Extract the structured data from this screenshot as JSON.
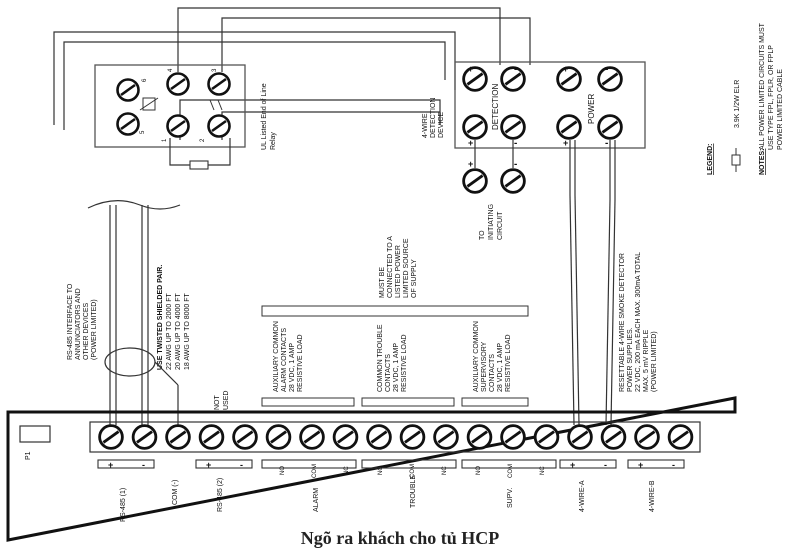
{
  "caption": "Ngõ ra khách cho tủ HCP",
  "notes": {
    "heading": "NOTES:",
    "text_lines": [
      "ALL POWER LIMITED CIRCUITS MUST",
      "USE TYPE FPL, FPLR, OR FPLP",
      "POWER LIMITED CABLE"
    ]
  },
  "legend": {
    "heading": "LEGEND:",
    "elr": "3.9K 1/2W ELR"
  },
  "relay": {
    "label_lines": [
      "UL Listed End of Line",
      "Relay"
    ],
    "terminal_numbers": [
      "6",
      "5",
      "4",
      "3",
      "1",
      "2"
    ]
  },
  "detection_device": {
    "label_lines": [
      "4-WIRE",
      "DETECTION",
      "DEVICE"
    ],
    "detection": "DETECTION",
    "power": "POWER",
    "to_initiating": [
      "TO",
      "INITIATING",
      "CIRCUIT"
    ]
  },
  "annotations": {
    "must_be_connected": [
      "MUST BE",
      "CONNECTED TO A",
      "LISTED POWER",
      "LIMITED SOURCE",
      "OF SUPPLY"
    ],
    "resettable": [
      "RESETTABLE 4-WIRE SMOKE DETECTOR",
      "POWER SUPPLIES.",
      "22 VDC, 200 mA EACH MAX. 300mA TOTAL",
      "MAX. 5 mV RIPPLE",
      "(POWER LIMITED)"
    ],
    "rs485_interface": [
      "RS-485 INTERFACE TO",
      "ANNUNCIATORS AND",
      "OTHER DEVICES",
      "(POWER LIMITED)"
    ],
    "twisted_pair": [
      "USE TWISTED SHIELDED PAIR.",
      "22 AWG UP TO 2000 FT",
      "20 AWG UP TO 4000 FT",
      "18 AWG UP TO 8000 FT"
    ],
    "not_used": [
      "NOT",
      "USED"
    ],
    "alarm_contacts": [
      "AUXILIARY COMMON",
      "ALARM CONTACTS",
      "28 VDC, 1 AMP",
      "RESISTIVE LOAD"
    ],
    "trouble_contacts": [
      "COMMON TROUBLE",
      "CONTACTS",
      "28 VDC, 1 AMP",
      "RESISTIVE LOAD"
    ],
    "supv_contacts": [
      "AUXILIARY COMMON",
      "SUPERVISORY",
      "CONTACTS",
      "28 VDC, 1 AMP",
      "RESISTIVE LOAD"
    ]
  },
  "panel": {
    "p1": "P1",
    "groups": [
      "RS-485 (1)",
      "COM (-)",
      "RS-485 (2)",
      "ALARM",
      "TROUBLE",
      "SUPV.",
      "4-WIRE-A",
      "4-WIRE-B"
    ],
    "contact_labels": [
      "NO",
      "COM",
      "NC"
    ],
    "plus": "+",
    "minus": "-"
  }
}
